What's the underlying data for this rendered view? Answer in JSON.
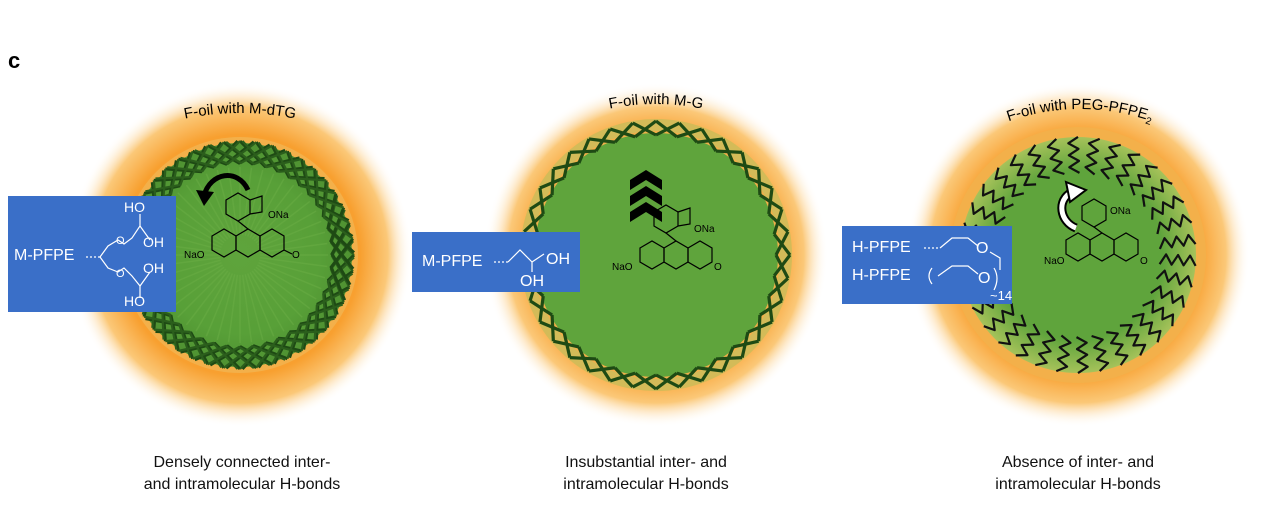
{
  "panel_label": "c",
  "colors": {
    "glow": "#f8a030",
    "droplet": "#5fa43c",
    "lattice": "#1e4a14",
    "label_box": "#3a6fc8"
  },
  "panels": [
    {
      "id": "m-dtg",
      "title": "F-oil with M-dTG",
      "box_label": "M-PFPE",
      "head_groups": [
        "HO",
        "OH",
        "OH",
        "HO"
      ],
      "dye_labels": [
        "ONa",
        "NaO"
      ],
      "caption": [
        "Densely connected inter-",
        "and intramolecular H-bonds"
      ]
    },
    {
      "id": "m-g",
      "title": "F-oil with M-G",
      "box_label": "M-PFPE",
      "head_groups": [
        "OH",
        "OH"
      ],
      "dye_labels": [
        "ONa",
        "NaO"
      ],
      "caption": [
        "Insubstantial inter- and",
        "intramolecular H-bonds"
      ]
    },
    {
      "id": "peg-pfpe2",
      "title_main": "F-oil with PEG-PFPE",
      "title_sub": "2",
      "box_labels": [
        "H-PFPE",
        "H-PFPE"
      ],
      "repeat_label": "~14",
      "ether_labels": [
        "O",
        "O"
      ],
      "dye_labels": [
        "ONa",
        "NaO"
      ],
      "caption": [
        "Absence of inter- and",
        "intramolecular H-bonds"
      ]
    }
  ]
}
